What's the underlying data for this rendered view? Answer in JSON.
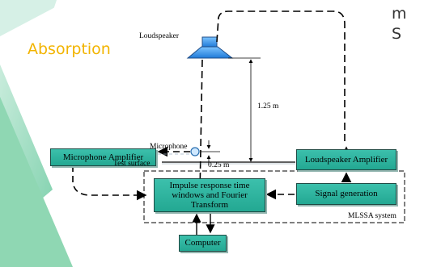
{
  "slide": {
    "title": "Absorption",
    "corner_line1": "m",
    "corner_line2": "S"
  },
  "diagram": {
    "loudspeaker_label": "Loudspeaker",
    "microphone_label": "Microphone",
    "height_label": "1.25 m",
    "mic_height_label": "0.25 m",
    "test_surface_label": "Test surface",
    "system_label": "MLSSA system",
    "boxes": {
      "mic_amp": "Microphone Amplifier",
      "spk_amp": "Loudspeaker Amplifier",
      "impulse": "Impulse response time windows and Fourier Transform",
      "signal": "Signal generation",
      "computer": "Computer"
    },
    "colors": {
      "box_fill": "#2cb39c",
      "speaker": "#2a86e0",
      "title": "#f2b400",
      "bg_green": "#8fd7b3"
    }
  }
}
